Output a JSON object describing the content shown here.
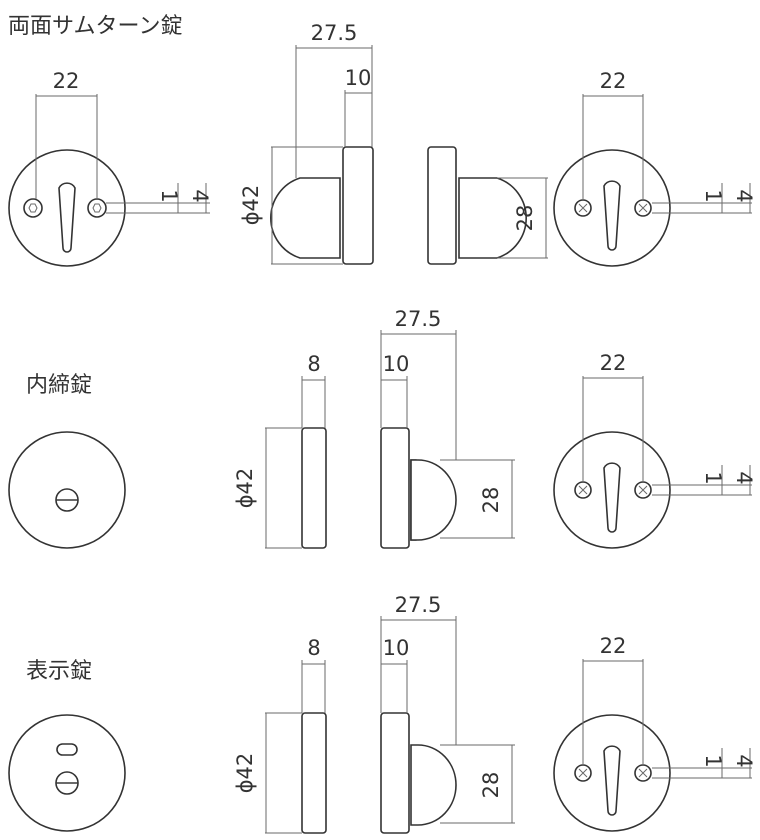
{
  "sections": [
    {
      "title": "両面サムターン錠",
      "front_left_dims": {
        "width": "22",
        "offset_a": "1",
        "offset_b": "4"
      },
      "side_dims": {
        "depth_total": "27.5",
        "depth_front": "10",
        "diameter": "ϕ42"
      },
      "back_dims": {
        "knob": "28"
      },
      "front_right_dims": {
        "width": "22",
        "offset_a": "1",
        "offset_b": "4"
      }
    },
    {
      "title": "内締錠",
      "side_a_dims": {
        "thickness": "8",
        "diameter": "ϕ42"
      },
      "side_b_dims": {
        "depth_total": "27.5",
        "depth_front": "10",
        "knob": "28"
      },
      "front_right_dims": {
        "width": "22",
        "offset_a": "1",
        "offset_b": "4"
      }
    },
    {
      "title": "表示錠",
      "side_a_dims": {
        "thickness": "8",
        "diameter": "ϕ42"
      },
      "side_b_dims": {
        "depth_total": "27.5",
        "depth_front": "10",
        "knob": "28"
      },
      "front_right_dims": {
        "width": "22",
        "offset_a": "1",
        "offset_b": "4"
      }
    }
  ]
}
